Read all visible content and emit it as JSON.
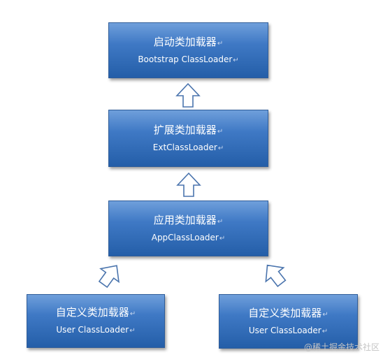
{
  "diagram": {
    "nodes": {
      "bootstrap": {
        "title": "启动类加载器",
        "subtitle": "Bootstrap ClassLoader"
      },
      "ext": {
        "title": "扩展类加载器",
        "subtitle": "ExtClassLoader"
      },
      "app": {
        "title": "应用类加载器",
        "subtitle": "AppClassLoader"
      },
      "user_left": {
        "title": "自定义类加载器",
        "subtitle": "User ClassLoader"
      },
      "user_right": {
        "title": "自定义类加载器",
        "subtitle": "User ClassLoader"
      }
    },
    "edges": [
      {
        "from": "ext",
        "to": "bootstrap"
      },
      {
        "from": "app",
        "to": "ext"
      },
      {
        "from": "user_left",
        "to": "app"
      },
      {
        "from": "user_right",
        "to": "app"
      }
    ],
    "paragraph_mark": "↵"
  },
  "watermark": {
    "text": "@稀土掘金技术社区"
  },
  "colors": {
    "node_fill_top": "#6f9fdb",
    "node_fill_bottom": "#245ea8",
    "arrow_stroke": "#4a74ad"
  }
}
